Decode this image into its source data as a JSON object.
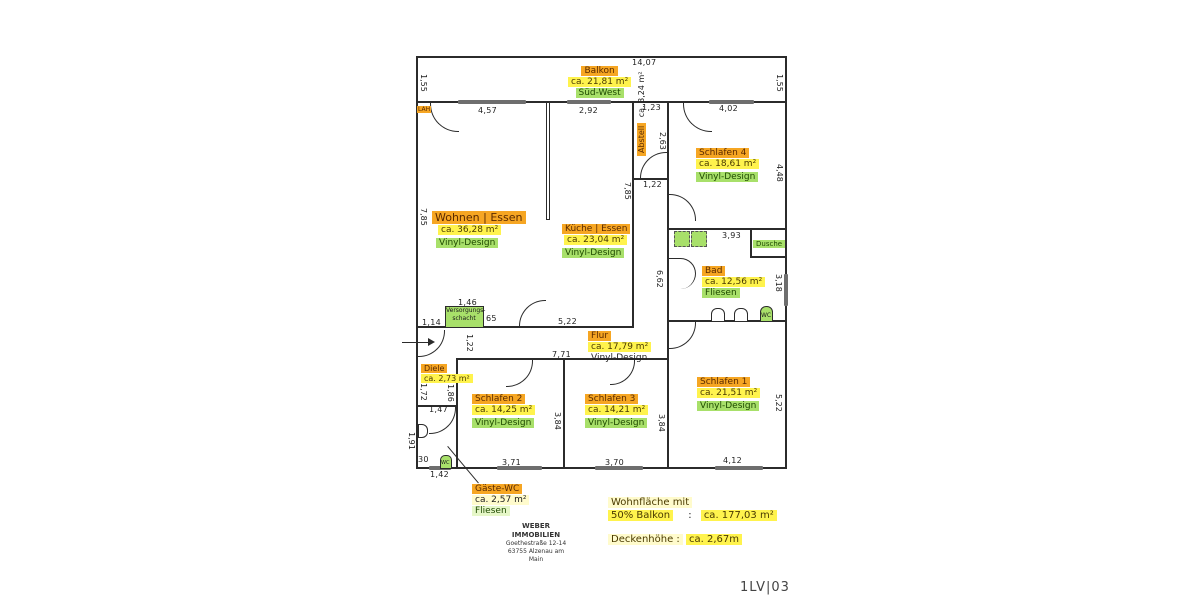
{
  "plan": {
    "overall_width": "14,07",
    "balcony_depth_left": "1,55",
    "balcony_depth_right": "1,55"
  },
  "rooms": {
    "balkon": {
      "name": "Balkon",
      "area": "ca. 21,81 m²",
      "note": "Süd-West"
    },
    "wohnen": {
      "name": "Wohnen | Essen",
      "area": "ca. 36,28 m²",
      "floor": "Vinyl-Design"
    },
    "kueche": {
      "name": "Küche | Essen",
      "area": "ca. 23,04 m²",
      "floor": "Vinyl-Design"
    },
    "abstell": {
      "name": "Abstell",
      "area": "ca. 3,24 m²"
    },
    "schlafen4": {
      "name": "Schlafen 4",
      "area": "ca. 18,61 m²",
      "floor": "Vinyl-Design"
    },
    "bad": {
      "name": "Bad",
      "area": "ca. 12,56 m²",
      "floor": "Fliesen",
      "dusche": "Dusche",
      "wc": "WC"
    },
    "flur": {
      "name": "Flur",
      "area": "ca. 17,79 m²",
      "floor": "Vinyl-Design"
    },
    "diele": {
      "name": "Diele",
      "area": "ca. 2,73 m²"
    },
    "schlafen2": {
      "name": "Schlafen 2",
      "area": "ca. 14,25 m²",
      "floor": "Vinyl-Design"
    },
    "schlafen3": {
      "name": "Schlafen 3",
      "area": "ca. 14,21 m²",
      "floor": "Vinyl-Design"
    },
    "schlafen1": {
      "name": "Schlafen 1",
      "area": "ca. 21,51 m²",
      "floor": "Vinyl-Design"
    },
    "gaestewc": {
      "name": "Gäste-WC",
      "area": "ca. 2,57 m²",
      "floor": "Fliesen",
      "wc": "WC"
    },
    "schrank": {
      "name": "Versorgungs-schacht"
    },
    "lah": {
      "name": "LAH"
    }
  },
  "dimensions": {
    "wohnen_width": "4,57",
    "kueche_width": "2,92",
    "abstell_width_top": "1,23",
    "abstell_depth": "2,63",
    "abstell_width_bottom": "1,22",
    "schlafen4_width": "4,02",
    "schlafen4_depth": "4,48",
    "wohnen_depth": "7,85",
    "kueche_depth": "7,85",
    "bad_width": "3,93",
    "bad_depth": "3,18",
    "flur_depth": "6,62",
    "schrank_width": "1,46",
    "schrank_depth": "65",
    "entry_width": "1,14",
    "kueche_bottom": "5,22",
    "flur_height": "1,22",
    "flur_length": "7,71",
    "diele_height": "1,72",
    "diele_side": "1,86",
    "diele_bottom": "1,47",
    "gaestewc_height": "1,91",
    "gaestewc_width": "1,42",
    "gaestewc_small": "30",
    "schlafen2_width": "3,71",
    "schlafen2_depth": "3,84",
    "schlafen3_width": "3,70",
    "schlafen3_depth": "3,84",
    "schlafen1_width": "4,12",
    "schlafen1_depth": "5,22"
  },
  "summary": {
    "wohnflaeche_label_line1": "Wohnfläche mit",
    "wohnflaeche_label_line2": "50% Balkon",
    "separator": ":",
    "wohnflaeche_value": "ca. 177,03 m²",
    "deckenhoehe_label": "Deckenhöhe :",
    "deckenhoehe_value": "ca. 2,67m"
  },
  "logo": {
    "brand": "WEBER IMMOBILIEN",
    "address_line1": "Goethestraße 12-14",
    "address_line2": "63755 Alzenau am Main"
  },
  "page_number": "1LV|03",
  "colors": {
    "room_name": "#f6a623",
    "area": "#fff34d",
    "floor": "#a8e06a",
    "wall": "#2b2b2b",
    "window": "#6e6e6e"
  }
}
